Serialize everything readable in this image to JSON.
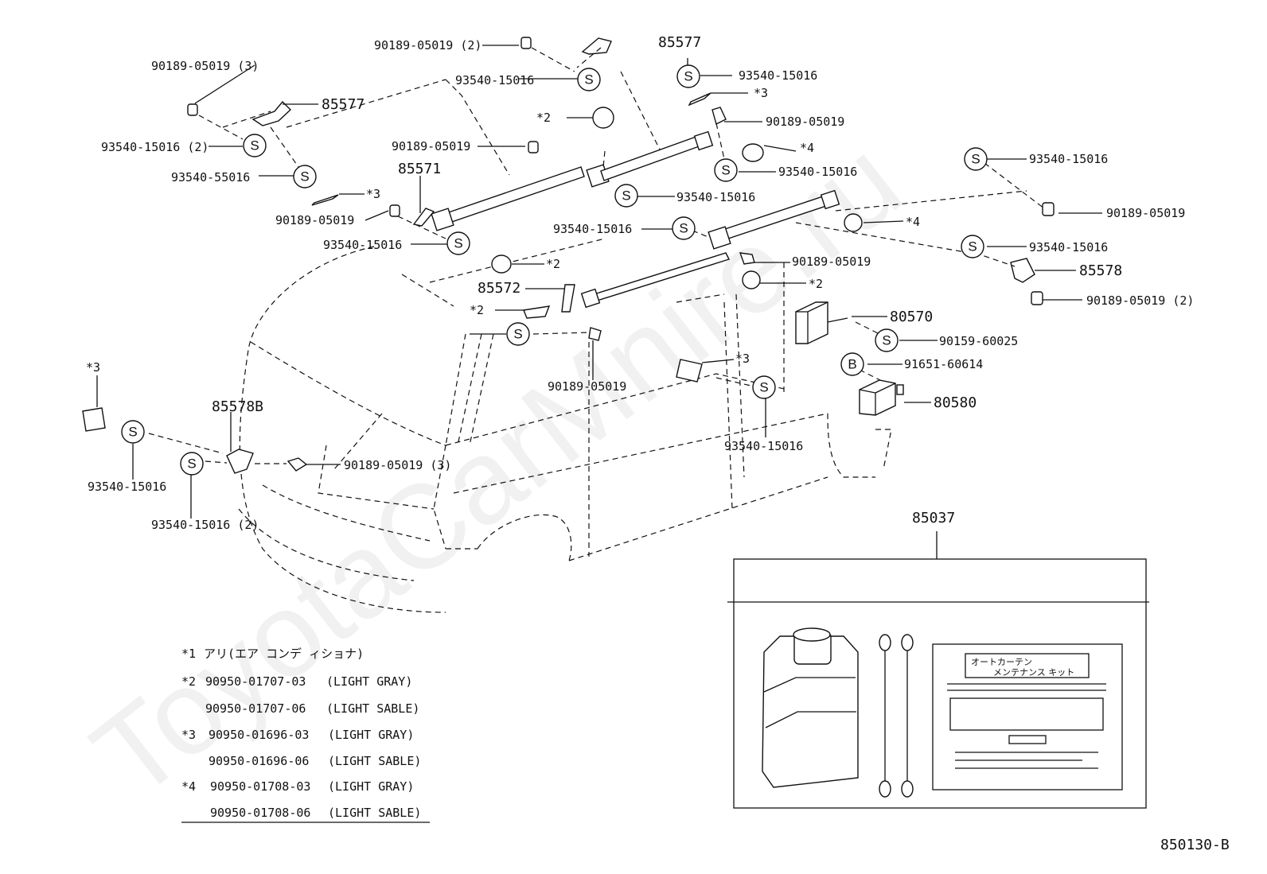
{
  "watermark": "ToyotaCarMnire.ru",
  "figure_id": "850130-B",
  "symbols": {
    "screw": "S",
    "bolt": "B"
  },
  "callouts": {
    "c1": "90189-05019 (2)",
    "c2": "85577",
    "c3": "90189-05019 (3)",
    "c4": "93540-15016",
    "c5": "93540-15016",
    "c6": "85577",
    "c7": "*3",
    "c8": "93540-15016 (2)",
    "c9": "*2",
    "c10": "90189-05019",
    "c11": "90189-05019",
    "c12": "*4",
    "c13": "93540-55016",
    "c14": "85571",
    "c15": "93540-15016",
    "c16": "93540-15016",
    "c17": "*3",
    "c18": "90189-05019",
    "c19": "93540-15016",
    "c20": "93540-15016",
    "c21": "90189-05019",
    "c22": "*4",
    "c23": "*2",
    "c24": "93540-15016",
    "c25": "90189-05019",
    "c26": "85572",
    "c27": "*2",
    "c28": "85578",
    "c29": "*2",
    "c30": "90189-05019 (2)",
    "c31": "80570",
    "c32": "93540-15016",
    "c33": "90159-60025",
    "c34": "91651-60614",
    "c35": "*3",
    "c36": "90189-05019",
    "c37": "80580",
    "c38": "*3",
    "c39": "85578B",
    "c40": "93540-15016",
    "c41": "90189-05019 (3)",
    "c42": "93540-15016",
    "c43": "93540-15016 (2)",
    "c44": "85037"
  },
  "kit_label": {
    "line1": "オートカーテン",
    "line2": "メンテナンス キット"
  },
  "notes": [
    {
      "mark": "*1",
      "part": "アリ(エア コンデ ィショナ)",
      "color": ""
    },
    {
      "mark": "*2",
      "part": "90950-01707-03",
      "color": "(LIGHT GRAY)"
    },
    {
      "mark": "",
      "part": "90950-01707-06",
      "color": "(LIGHT SABLE)"
    },
    {
      "mark": "*3",
      "part": "90950-01696-03",
      "color": "(LIGHT GRAY)"
    },
    {
      "mark": "",
      "part": "90950-01696-06",
      "color": "(LIGHT SABLE)"
    },
    {
      "mark": "*4",
      "part": "90950-01708-03",
      "color": "(LIGHT GRAY)"
    },
    {
      "mark": "",
      "part": "90950-01708-06",
      "color": "(LIGHT SABLE)"
    }
  ]
}
